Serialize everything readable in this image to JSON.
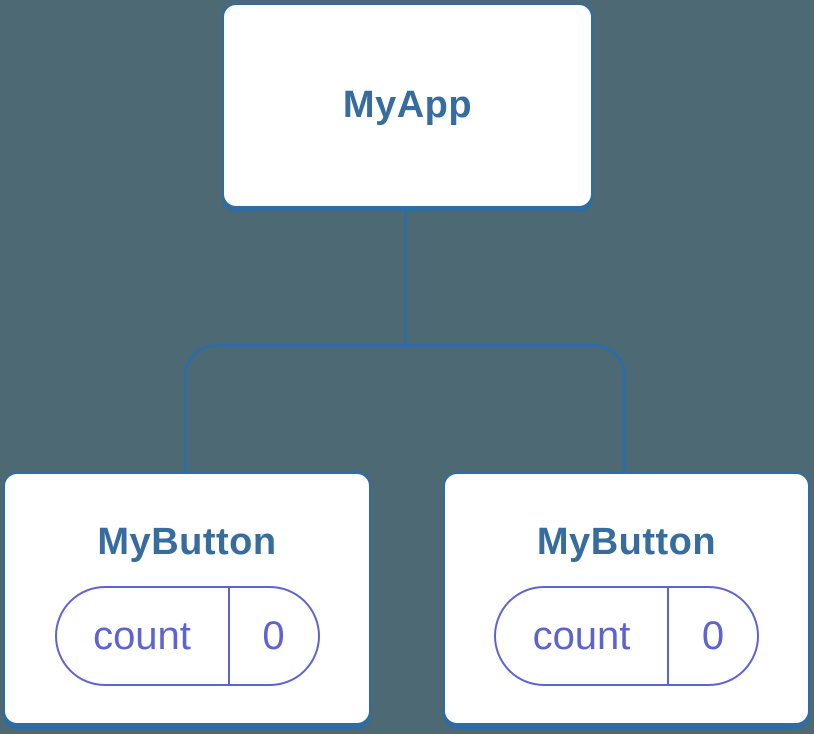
{
  "diagram": {
    "type": "component-tree",
    "background": "#4d6a74",
    "colors": {
      "line": "#2e6da4",
      "box_border": "#2e6da4",
      "box_fill": "#ffffff",
      "label_text": "#366d9e",
      "state_text": "#5e63d3"
    },
    "root": {
      "label": "MyApp"
    },
    "children": [
      {
        "label": "MyButton",
        "state": {
          "key": "count",
          "value": "0"
        }
      },
      {
        "label": "MyButton",
        "state": {
          "key": "count",
          "value": "0"
        }
      }
    ]
  }
}
